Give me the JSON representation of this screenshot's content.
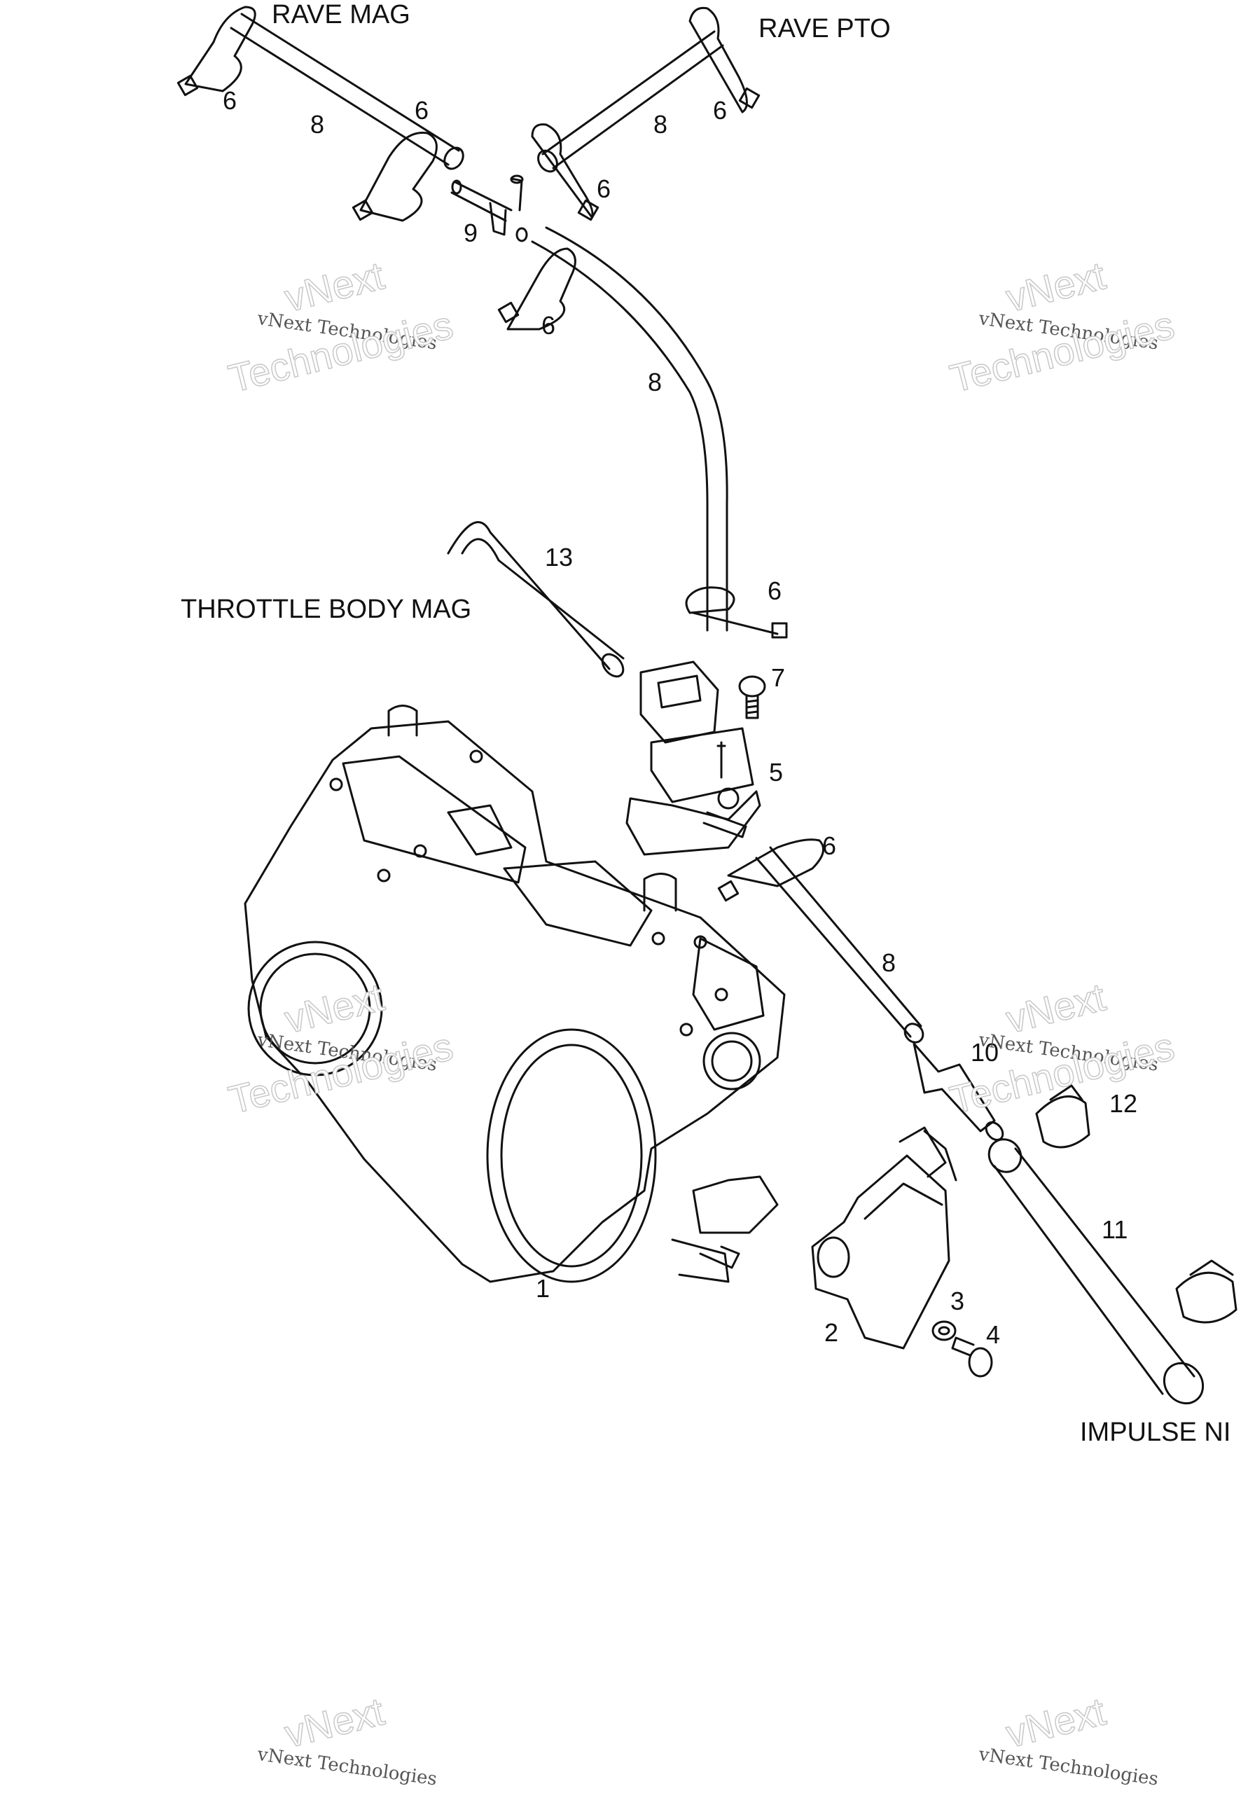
{
  "callouts": {
    "rave_mag": "RAVE MAG",
    "rave_pto": "RAVE PTO",
    "throttle_body_mag": "THROTTLE BODY MAG",
    "impulse": "IMPULSE NI"
  },
  "parts": {
    "p1": "1",
    "p2": "2",
    "p3": "3",
    "p4": "4",
    "p5": "5",
    "p6": "6",
    "p7": "7",
    "p8": "8",
    "p9": "9",
    "p10": "10",
    "p11": "11",
    "p12": "12",
    "p13": "13"
  },
  "watermark": {
    "brand": "vNext",
    "company": "Technologies",
    "full": "vNext Technologies"
  }
}
